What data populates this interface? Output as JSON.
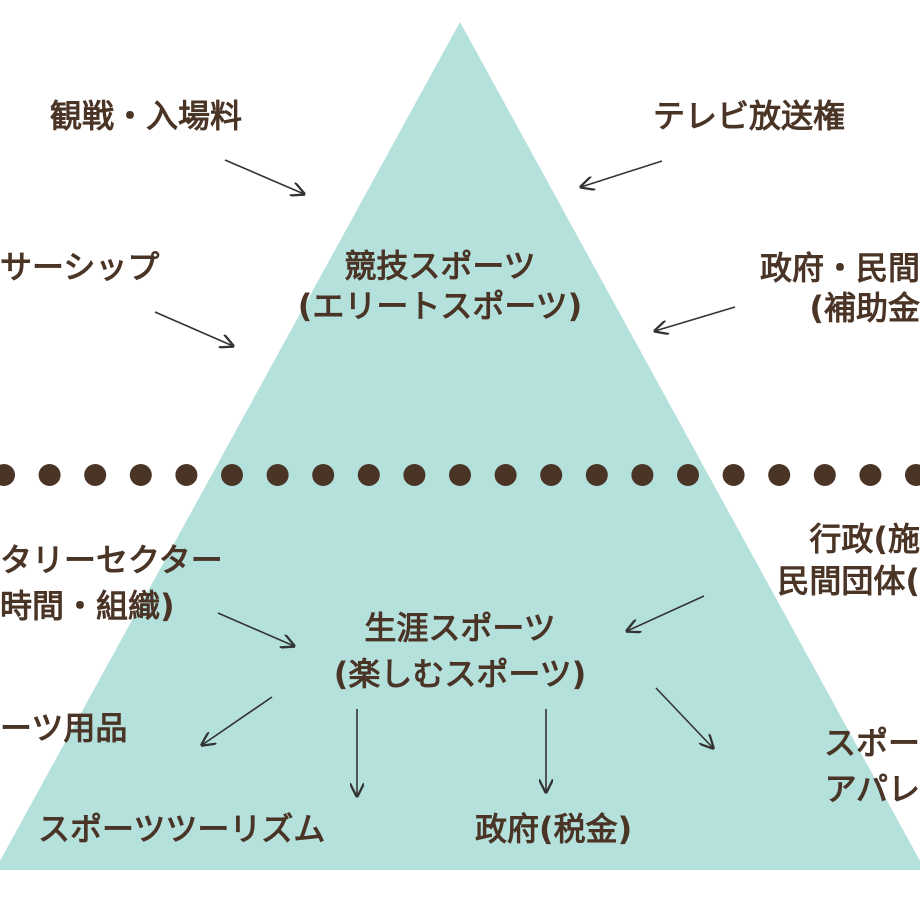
{
  "colors": {
    "pyramid": "#b5e1dd",
    "text": "#4a3426",
    "dots": "#4a3426",
    "arrow": "#333333"
  },
  "top": {
    "center": [
      "競技スポーツ",
      "(エリートスポーツ)"
    ],
    "spectating": "観戦・入場料",
    "tv_rights": "テレビ放送権",
    "sponsorship": "サーシップ",
    "gov_private": [
      "政府・民間",
      "(補助金"
    ]
  },
  "bottom": {
    "center": [
      "生涯スポーツ",
      "(楽しむスポーツ)"
    ],
    "voluntary": [
      "タリーセクター",
      "時間・組織)"
    ],
    "admin": [
      "行政(施",
      "民間団体("
    ],
    "goods": "ーツ用品",
    "tourism": "スポーツツーリズム",
    "tax": "政府(税金)",
    "apparel": [
      "スポー",
      "アパレ"
    ]
  }
}
